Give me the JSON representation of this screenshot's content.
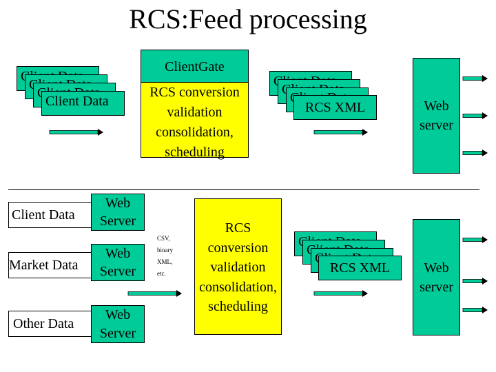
{
  "title": "RCS:Feed processing",
  "top": {
    "client_stack": [
      "Client Data",
      "Client Data",
      "Client Data",
      "Client Data"
    ],
    "client_gate_label": "ClientGate",
    "client_gate_body": [
      "RCS conversion",
      "validation",
      "consolidation,",
      "scheduling"
    ],
    "xml_stack": [
      "Client Data",
      "Client Data",
      "Client Data",
      "RCS XML"
    ],
    "web_server": [
      "Web",
      "server"
    ]
  },
  "bottom": {
    "sources": [
      {
        "label": "Client Data",
        "server": [
          "Web",
          "Server"
        ]
      },
      {
        "label": "Market Data",
        "server": [
          "Web",
          "Server"
        ]
      },
      {
        "label": "Other Data",
        "server": [
          "Web",
          "Server"
        ]
      }
    ],
    "formats": [
      "CSV,",
      "binary",
      "XML,",
      "etc."
    ],
    "rcs_body": [
      "RCS",
      "conversion",
      "validation",
      "consolidation,",
      "scheduling"
    ],
    "xml_stack": [
      "Client Data",
      "Client Data",
      "Client Data",
      "RCS XML"
    ],
    "web_server": [
      "Web",
      "server"
    ]
  },
  "colors": {
    "teal": "#00cc99",
    "yellow": "#ffff00",
    "arrow": "#00cc99"
  }
}
